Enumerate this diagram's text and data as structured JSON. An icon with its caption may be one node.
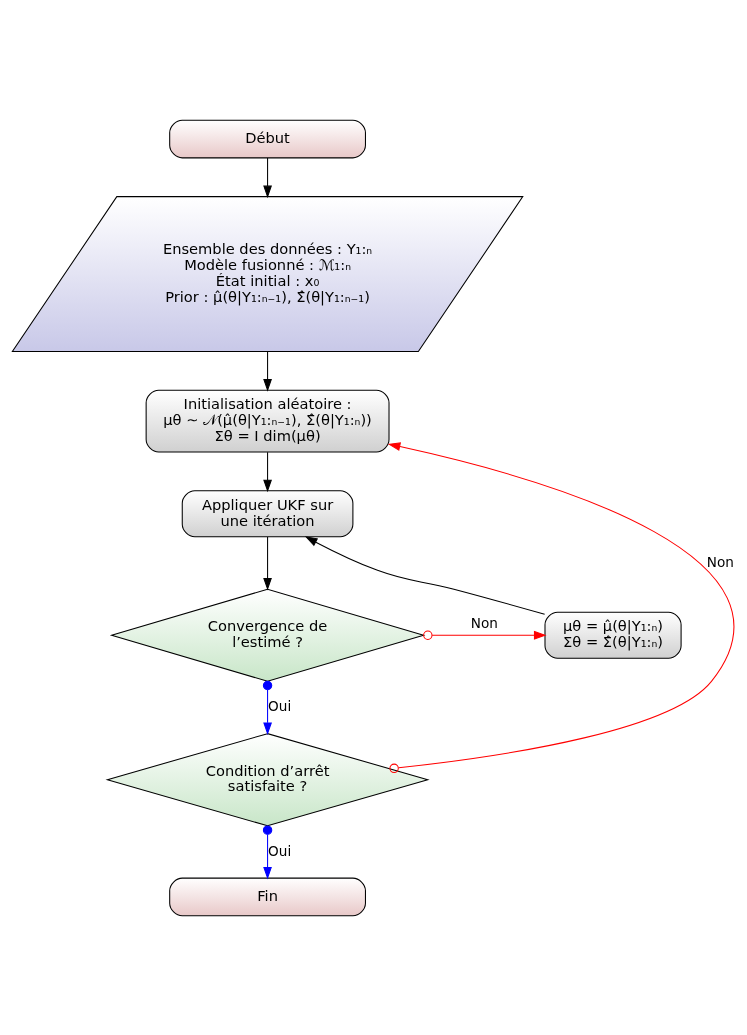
{
  "diagram": {
    "nodes": [
      {
        "text": [
          "Début"
        ]
      },
      {
        "text": [
          "Ensemble des données : Y₁:ₙ",
          "Modèle fusionné : ℳ₁:ₙ",
          "État initial : x₀",
          "Prior : μ̂(θ|Y₁:ₙ₋₁), Σ̂(θ|Y₁:ₙ₋₁)"
        ]
      },
      {
        "text": [
          "Initialisation aléatoire :",
          "μθ ∼ 𝒩(μ̂(θ|Y₁:ₙ₋₁), Σ̂(θ|Y₁:ₙ))",
          "Σθ = I dim(μθ)"
        ]
      },
      {
        "text": [
          "Appliquer UKF sur une itération"
        ]
      },
      {
        "text": [
          "Convergence de l’estimé ?"
        ]
      },
      {
        "text": [
          "μθ = μ̂(θ|Y₁:ₙ)",
          "Σθ = Σ̂(θ|Y₁:ₙ)"
        ]
      },
      {
        "text": [
          "Condition d’arrêt satisfaite ?"
        ]
      },
      {
        "text": [
          "Fin"
        ]
      }
    ],
    "edges": [
      {
        "from": 0,
        "to": 1,
        "arrow": "to"
      },
      {
        "from": 1,
        "to": 2,
        "arrow": "to"
      },
      {
        "from": 2,
        "to": 3,
        "arrow": "to"
      },
      {
        "from": 3,
        "to": 4,
        "arrow": "to"
      },
      {
        "from": 4,
        "to": 5,
        "arrow": "to",
        "label": "Non",
        "color": "#ff0000"
      },
      {
        "from": 5,
        "to": 3,
        "arrow": "to"
      },
      {
        "from": 4,
        "to": 6,
        "arrow": "to",
        "label": "Oui",
        "color": "#0000ff"
      },
      {
        "from": 6,
        "to": 2,
        "arrow": "to",
        "label": "Non",
        "color": "#ff0000"
      },
      {
        "from": 6,
        "to": 7,
        "arrow": "to",
        "label": "Oui",
        "color": "#0000ff"
      }
    ]
  }
}
